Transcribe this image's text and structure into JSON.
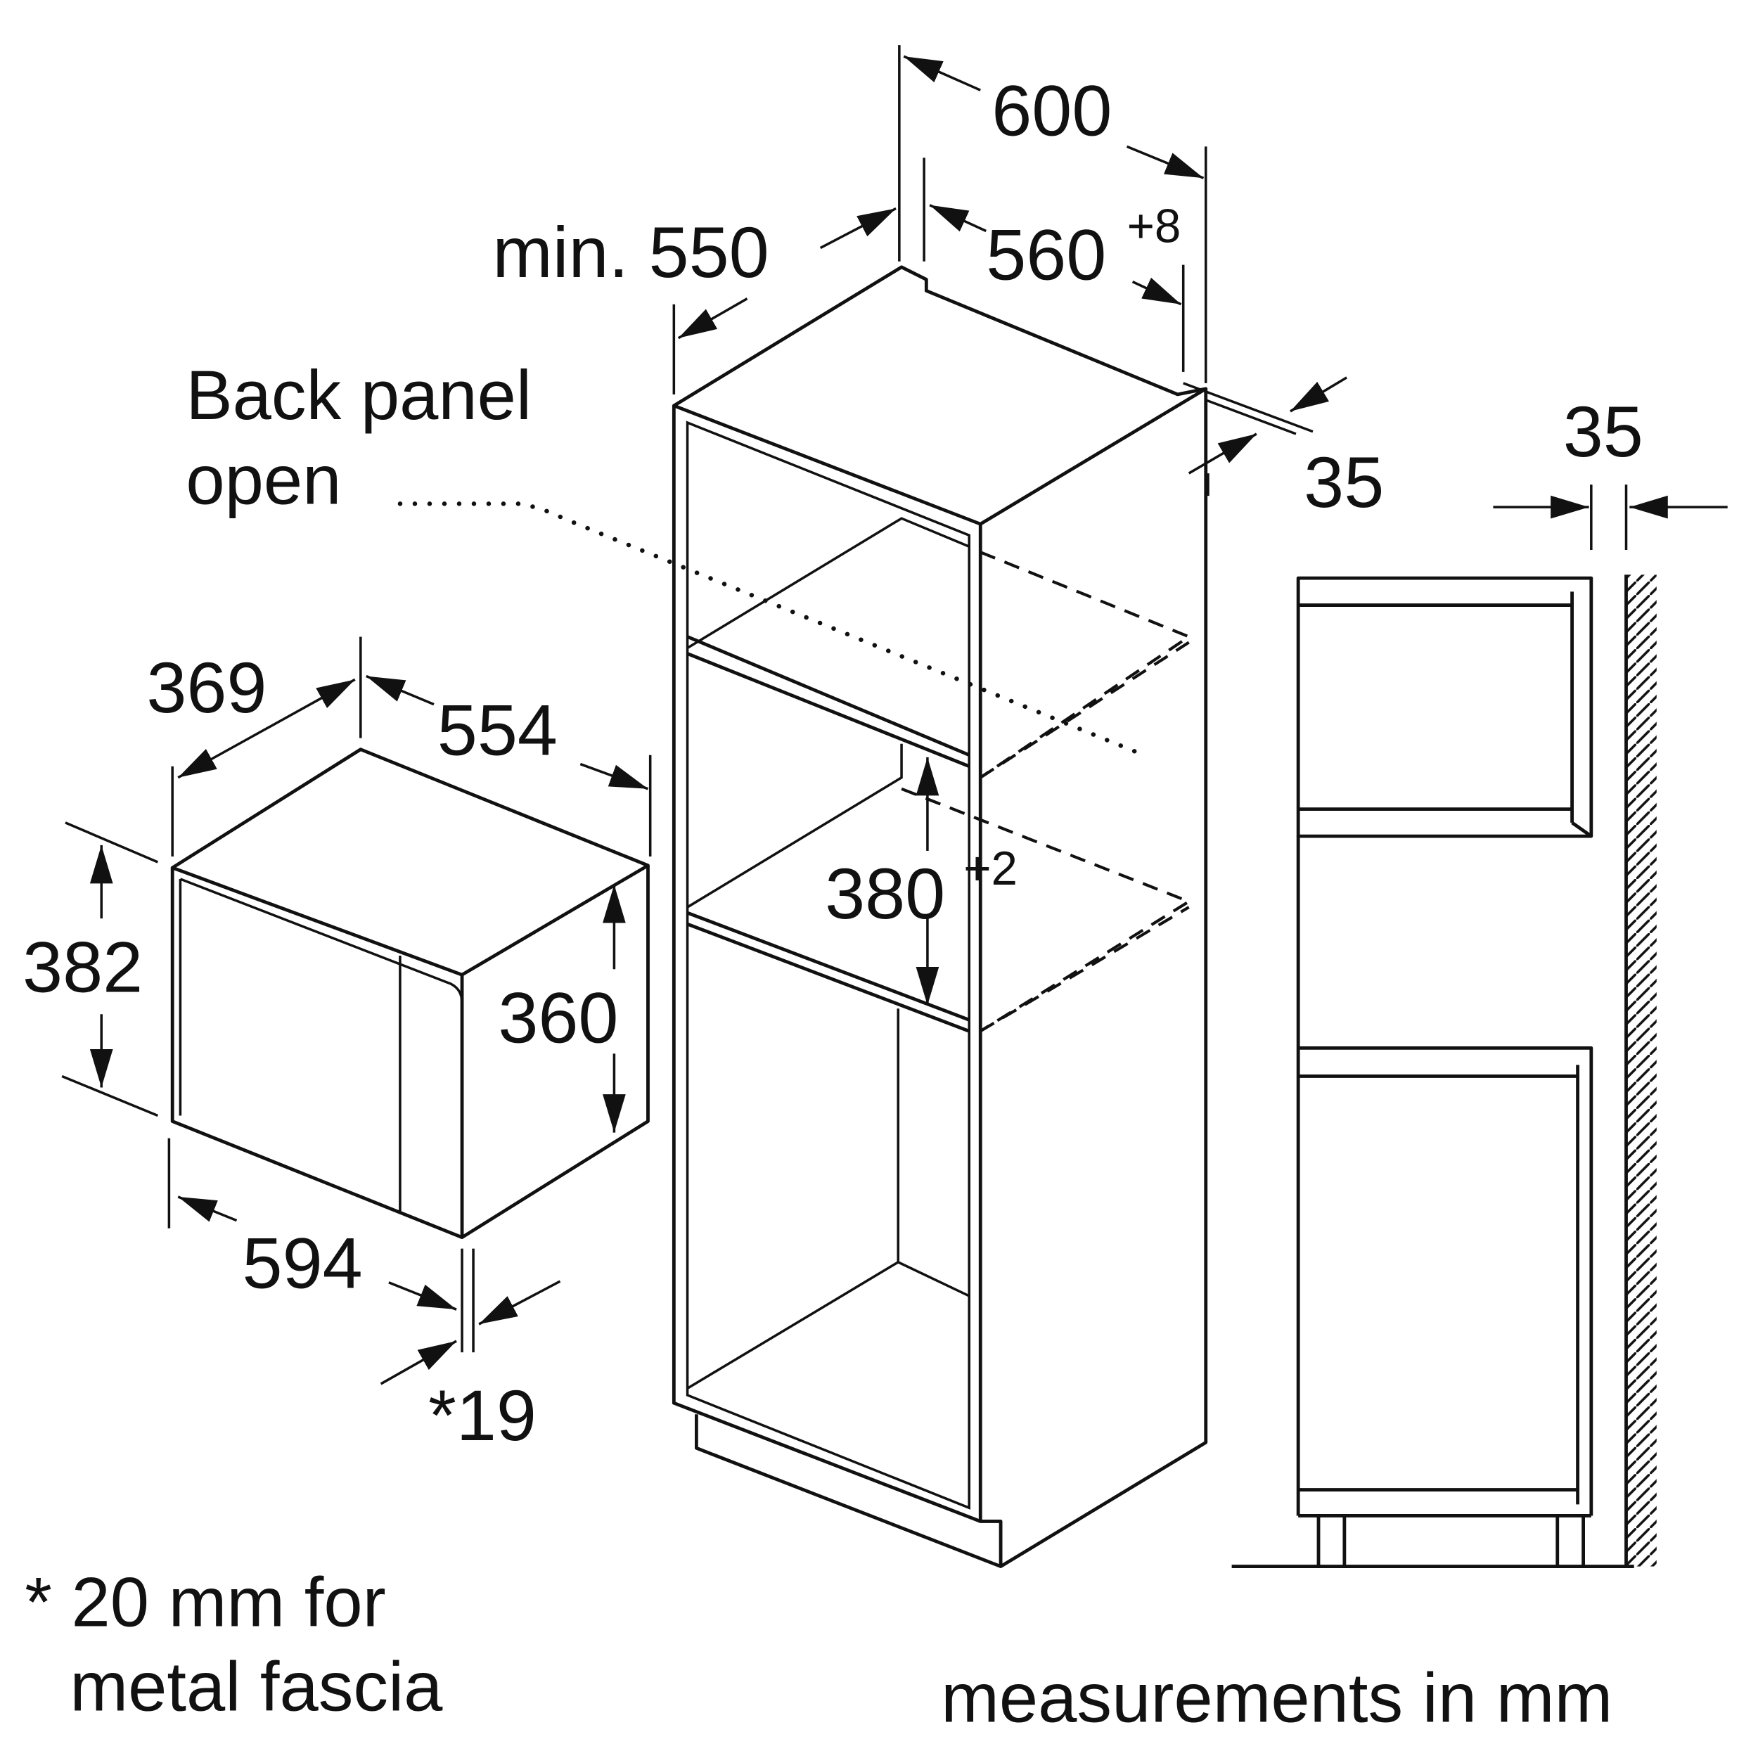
{
  "dimensions": {
    "cabinet_width": "600",
    "cabinet_depth_min": "min. 550",
    "niche_width": "560",
    "niche_width_tol": "+8",
    "niche_height": "380",
    "niche_height_tol": "+2",
    "rear_gap": "35",
    "side_gap": "35",
    "appliance_depth": "369",
    "appliance_body_width": "554",
    "appliance_height": "382",
    "appliance_body_height": "360",
    "appliance_width": "594",
    "fascia_depth": "*19"
  },
  "labels": {
    "back_panel_line1": "Back panel",
    "back_panel_line2": "open",
    "footnote_line1": "* 20 mm for",
    "footnote_line2": "metal fascia",
    "units": "measurements in mm"
  },
  "colors": {
    "ink": "#111111",
    "background": "#ffffff"
  }
}
